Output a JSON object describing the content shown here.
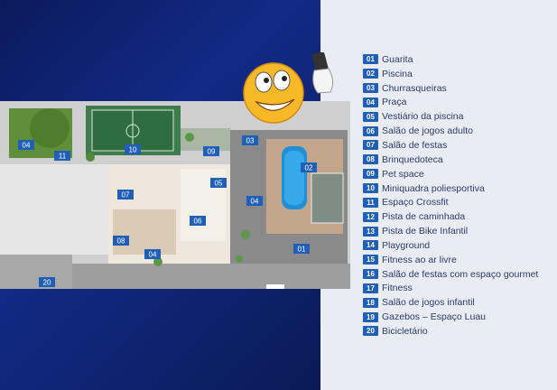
{
  "colors": {
    "background_left": "#0e2370",
    "background_right": "#e9ecf2",
    "badge": "#1f5fb8",
    "legend_text": "#2b3b6b"
  },
  "legend": [
    {
      "num": "01",
      "label": "Guarita"
    },
    {
      "num": "02",
      "label": "Piscina"
    },
    {
      "num": "03",
      "label": "Churrasqueiras"
    },
    {
      "num": "04",
      "label": "Praça"
    },
    {
      "num": "05",
      "label": "Vestiário da piscina"
    },
    {
      "num": "06",
      "label": "Salão de jogos adulto"
    },
    {
      "num": "07",
      "label": "Salão de festas"
    },
    {
      "num": "08",
      "label": "Brinquedoteca"
    },
    {
      "num": "09",
      "label": "Pet space"
    },
    {
      "num": "10",
      "label": "Miniquadra poliesportiva"
    },
    {
      "num": "11",
      "label": "Espaço Crossfit"
    },
    {
      "num": "12",
      "label": "Pista de caminhada"
    },
    {
      "num": "13",
      "label": "Pista de Bike Infantil"
    },
    {
      "num": "14",
      "label": "Playground"
    },
    {
      "num": "15",
      "label": "Fitness ao ar livre"
    },
    {
      "num": "16",
      "label": "Salão de festas com espaço gourmet"
    },
    {
      "num": "17",
      "label": "Fitness"
    },
    {
      "num": "18",
      "label": "Salão de jogos infantil"
    },
    {
      "num": "19",
      "label": "Gazebos – Espaço Luau"
    },
    {
      "num": "20",
      "label": "Bicicletário"
    }
  ],
  "plan_markers": [
    "04",
    "11",
    "10",
    "09",
    "03",
    "02",
    "05",
    "07",
    "06",
    "08",
    "04",
    "04",
    "01",
    "20"
  ],
  "icons": {
    "emoji": "emoji-face-with-phone-icon"
  }
}
